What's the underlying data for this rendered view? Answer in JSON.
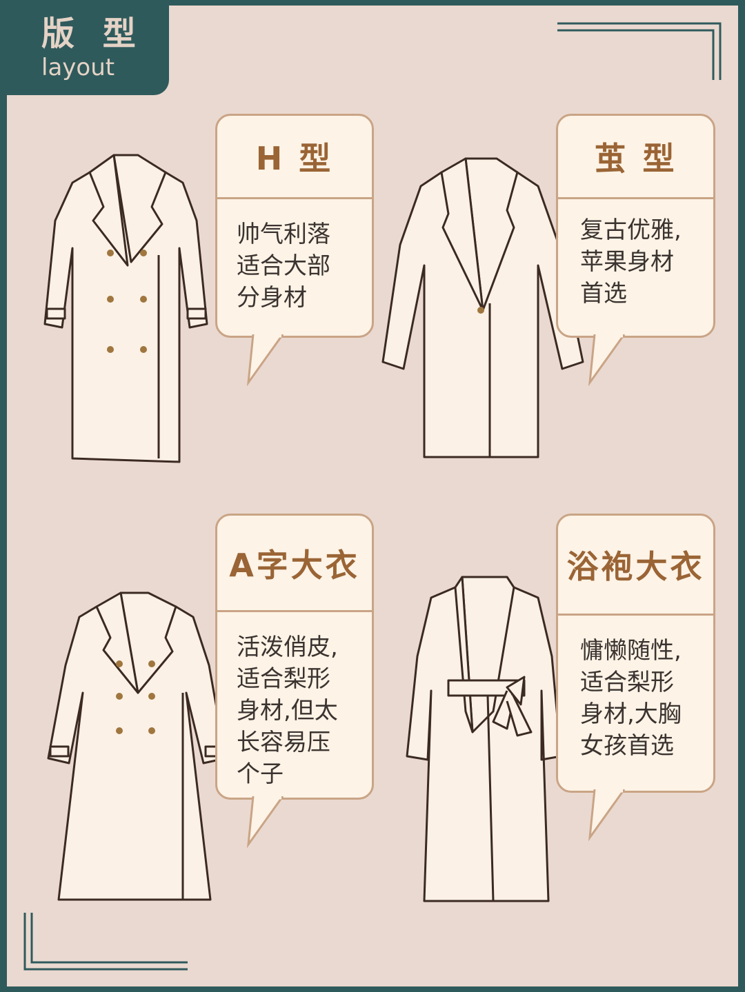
{
  "header": {
    "title_zh": "版 型",
    "title_en": "layout"
  },
  "colors": {
    "frame": "#2f5a5c",
    "background": "#ead9d0",
    "card": "#fdf3e6",
    "card_border": "#c9a486",
    "title": "#9a6435",
    "text": "#3a3330"
  },
  "styles": [
    {
      "title": "H 型",
      "description": "帅气利落\n适合大部\n分身材"
    },
    {
      "title": "茧 型",
      "description": "复古优雅,\n苹果身材\n 首选"
    },
    {
      "title": "A字大衣",
      "description": "活泼俏皮,\n适合梨形\n身材,但太\n长容易压\n个子"
    },
    {
      "title": "浴袍大衣",
      "description": "慵懒随性,\n适合梨形\n身材,大胸\n女孩首选"
    }
  ]
}
